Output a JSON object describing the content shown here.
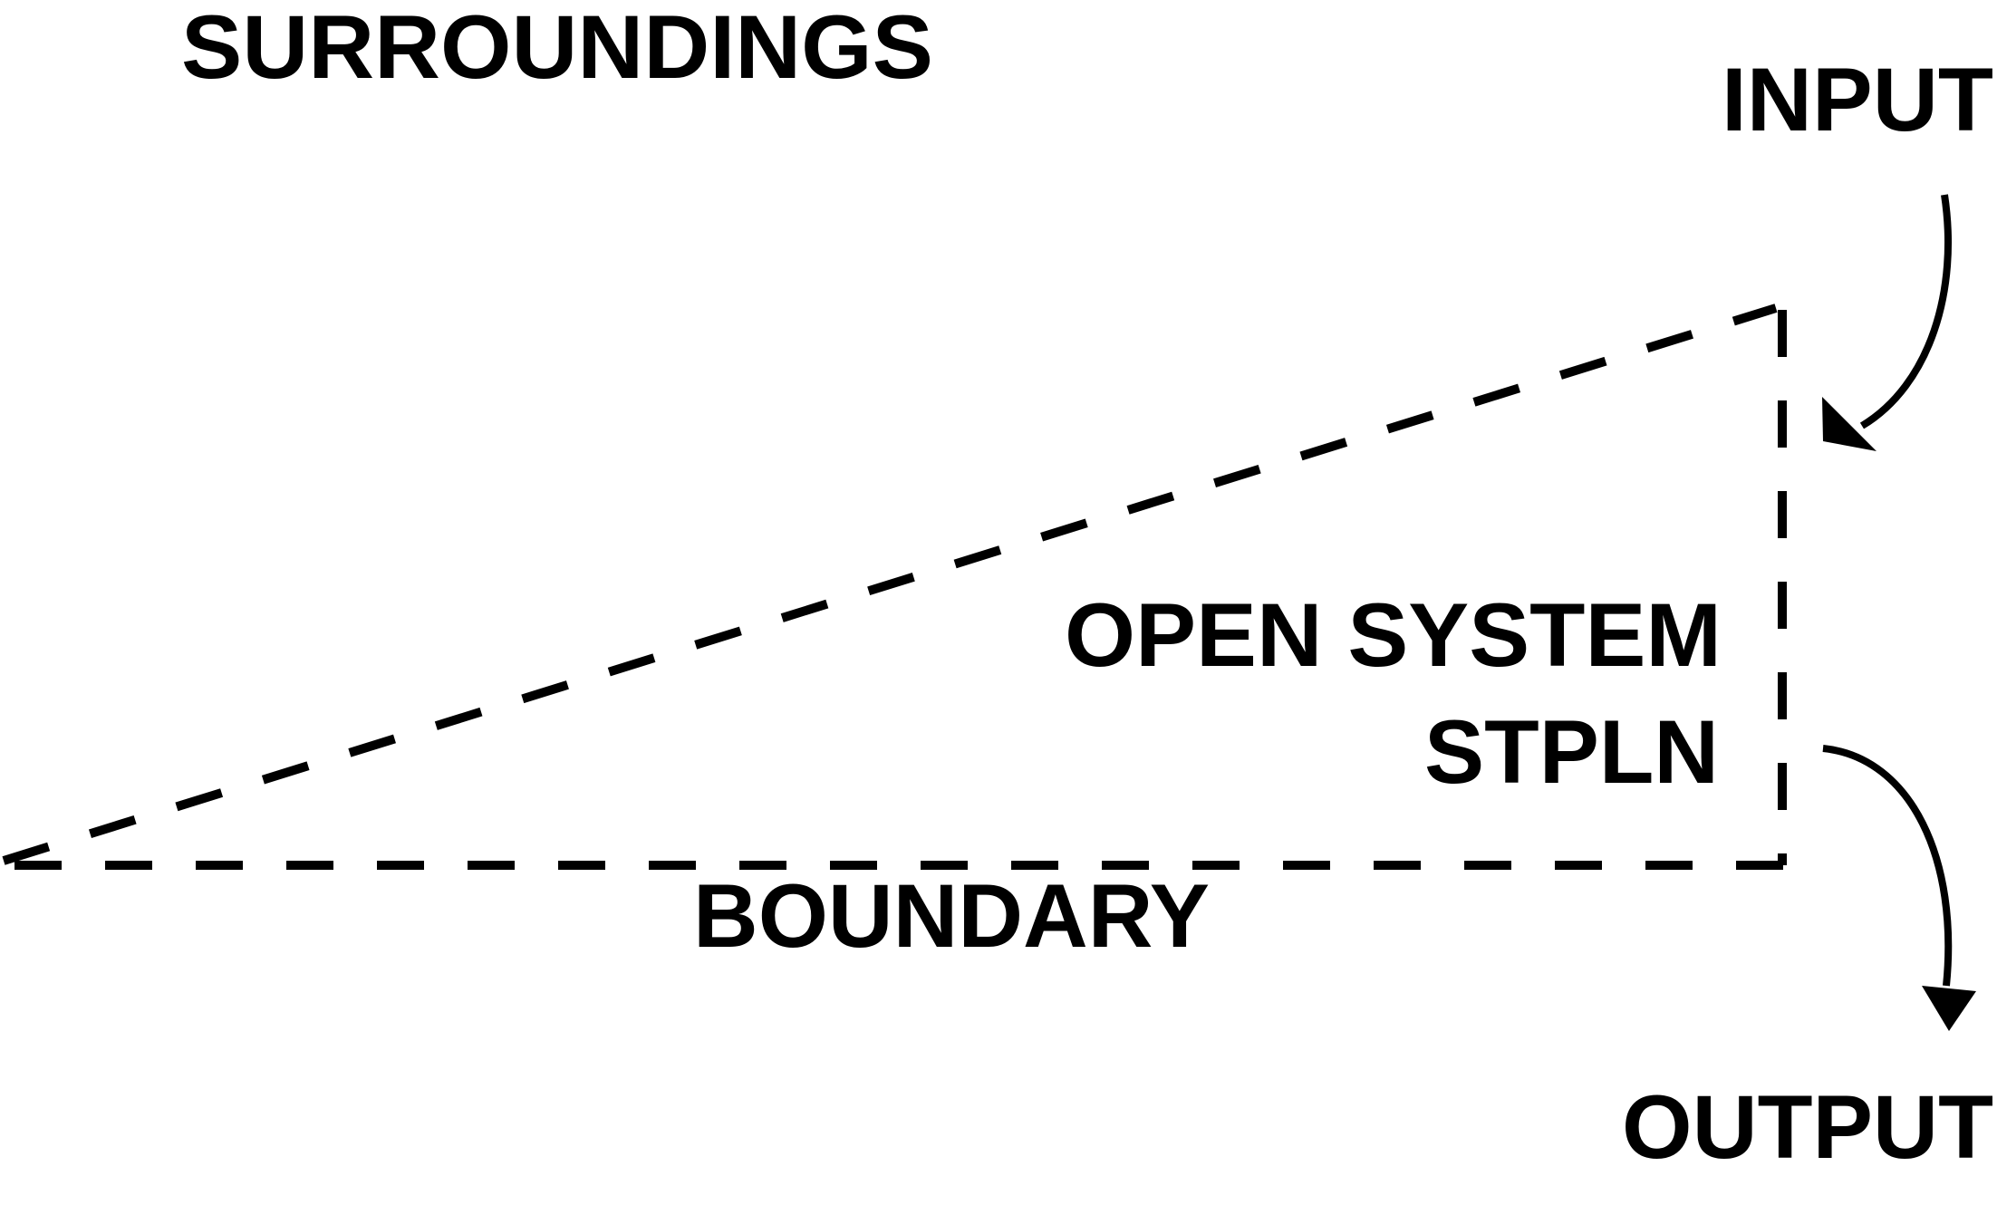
{
  "diagram": {
    "labels": {
      "surroundings": "SURROUNDINGS",
      "input": "INPUT",
      "open_system": "OPEN SYSTEM",
      "system_code": "STPLN",
      "boundary": "BOUNDARY",
      "output": "OUTPUT"
    },
    "colors": {
      "ink": "#000000",
      "background": "#ffffff"
    }
  }
}
